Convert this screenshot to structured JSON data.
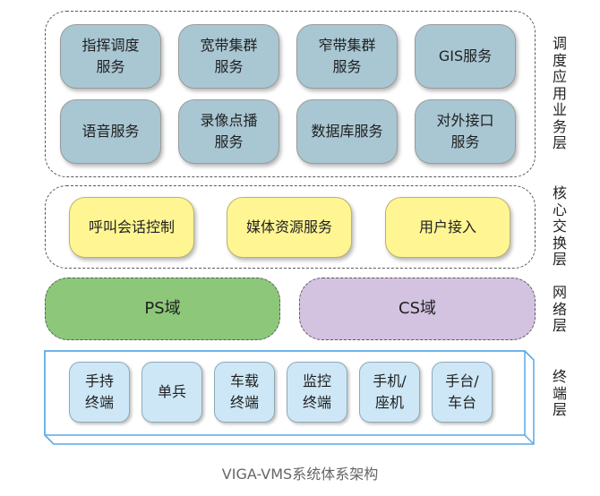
{
  "diagram": {
    "caption": "VIGA-VMS系统体系架构",
    "layers": {
      "dispatch": {
        "label": "调度应用业务层",
        "nodes": [
          "指挥调度\n服务",
          "宽带集群\n服务",
          "窄带集群\n服务",
          "GIS服务",
          "语音服务",
          "录像点播\n服务",
          "数据库服务",
          "对外接口\n服务"
        ]
      },
      "core": {
        "label": "核心交换层",
        "nodes": [
          "呼叫会话控制",
          "媒体资源服务",
          "用户接入"
        ]
      },
      "network": {
        "label": "网络层",
        "nodes": [
          "PS域",
          "CS域"
        ]
      },
      "terminal": {
        "label": "终端层",
        "nodes": [
          "手持\n终端",
          "单兵",
          "车载\n终端",
          "监控\n终端",
          "手机/\n座机",
          "手台/\n车台"
        ]
      }
    },
    "colors": {
      "dispatch_node": "#a9c7d3",
      "core_node": "#fff593",
      "ps_domain": "#8dc77a",
      "cs_domain": "#d3c3e1",
      "terminal_node": "#cde7f6",
      "terminal_frame": "#5aa9e6"
    }
  }
}
